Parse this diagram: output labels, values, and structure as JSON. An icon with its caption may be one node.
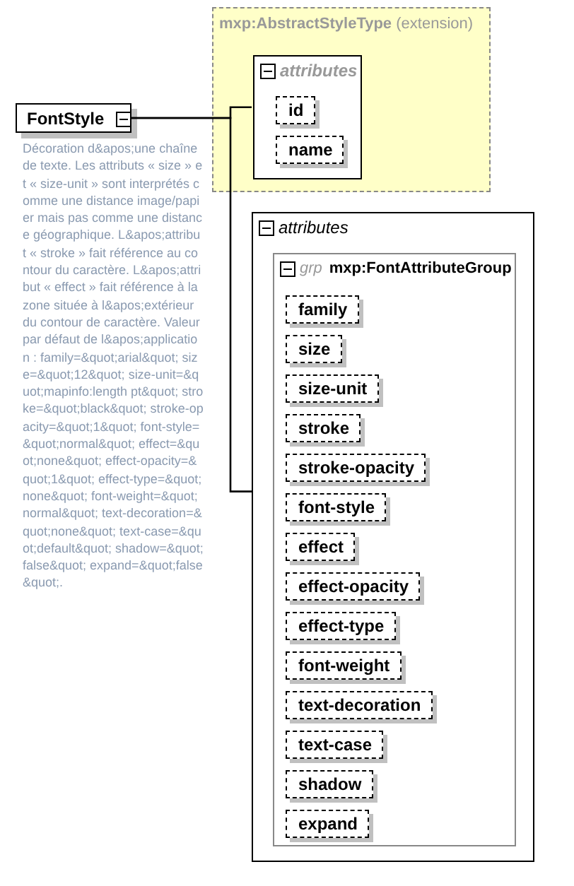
{
  "diagram": {
    "nodes": [
      {
        "text": [
          "FontStyle"
        ],
        "beside": [
          "Décoration d&apos;une chaîne de texte. Les attributs « size » et « size-unit » sont interprétés comme une distance image/papier mais pas comme une distance géographique. L&apos;attribut « stroke » fait référence au contour du caractère. L&apos;attribut « effect » fait référence à la zone située à l&apos;extérieur du contour de caractère. Valeur par défaut de l&apos;application : family=&quot;arial&quot; size=&quot;12&quot; size-unit=&quot;mapinfo:length pt&quot; stroke=&quot;black&quot; stroke-opacity=&quot;1&quot; font-style=&quot;normal&quot; effect=&quot;none&quot; effect-opacity=&quot;1&quot; effect-type=&quot;none&quot; font-weight=&quot;normal&quot; text-decoration=&quot;none&quot; text-case=&quot;default&quot; shadow=&quot;false&quot; expand=&quot;false&quot;."
        ]
      },
      {
        "text": [
          "mxp:AbstractStyleType",
          "(extension)"
        ]
      },
      {
        "text": [
          "attributes"
        ],
        "in": 1
      },
      {
        "text": [
          "id"
        ],
        "in": 2
      },
      {
        "text": [
          "name"
        ],
        "in": 2
      },
      {
        "text": [
          "attributes"
        ]
      },
      {
        "text": [
          "grp",
          "mxp:FontAttributeGroup"
        ],
        "in": 5
      },
      {
        "text": [
          "family"
        ],
        "in": 6
      },
      {
        "text": [
          "size"
        ],
        "in": 6
      },
      {
        "text": [
          "size-unit"
        ],
        "in": 6
      },
      {
        "text": [
          "stroke"
        ],
        "in": 6
      },
      {
        "text": [
          "stroke-opacity"
        ],
        "in": 6
      },
      {
        "text": [
          "font-style"
        ],
        "in": 6
      },
      {
        "text": [
          "effect"
        ],
        "in": 6
      },
      {
        "text": [
          "effect-opacity"
        ],
        "in": 6
      },
      {
        "text": [
          "effect-type"
        ],
        "in": 6
      },
      {
        "text": [
          "font-weight"
        ],
        "in": 6
      },
      {
        "text": [
          "text-decoration"
        ],
        "in": 6
      },
      {
        "text": [
          "text-case"
        ],
        "in": 6
      },
      {
        "text": [
          "shadow"
        ],
        "in": 6
      },
      {
        "text": [
          "expand"
        ],
        "in": 6
      }
    ],
    "edges": [
      {
        "from": 0,
        "to": 2,
        "arrow": "none"
      },
      {
        "from": 0,
        "to": 5,
        "arrow": "none"
      }
    ]
  }
}
